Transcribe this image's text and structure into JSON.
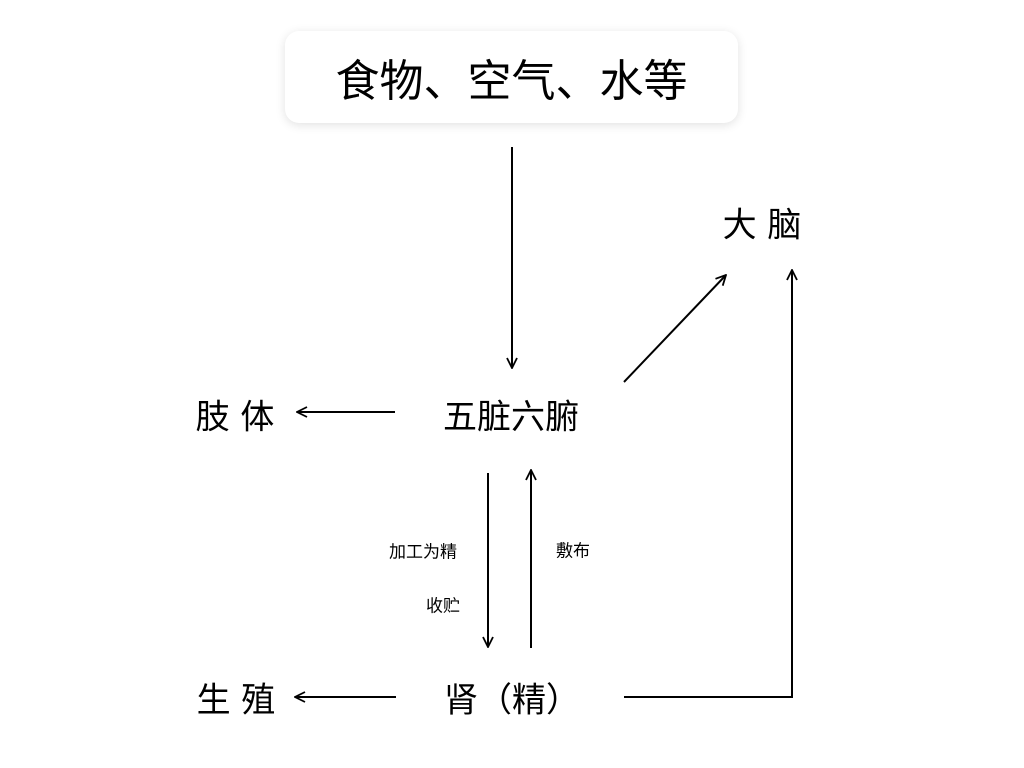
{
  "nodes": {
    "source": "食物、空气、水等",
    "brain": "大 脑",
    "organs": "五脏六腑",
    "limbs": "肢 体",
    "kidney": "肾（精）",
    "reproduction": "生 殖"
  },
  "edge_labels": {
    "process": "加工为精",
    "store": "收贮",
    "distribute": "敷布"
  }
}
